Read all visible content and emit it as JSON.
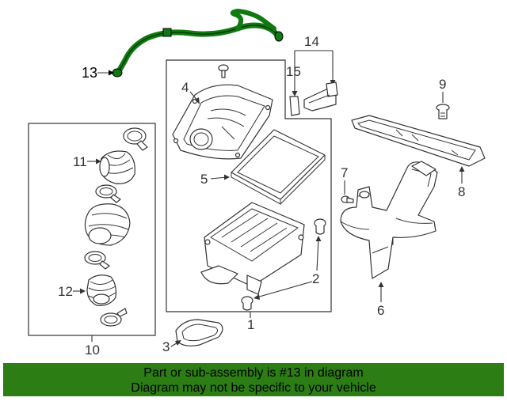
{
  "callouts": {
    "c1": "1",
    "c2": "2",
    "c3": "3",
    "c4": "4",
    "c5": "5",
    "c6": "6",
    "c7": "7",
    "c8": "8",
    "c9": "9",
    "c10": "10",
    "c11": "11",
    "c12": "12",
    "c13": "13",
    "c14": "14",
    "c15": "15"
  },
  "highlight": {
    "part_number": "13",
    "color": "#0f7a0f"
  },
  "banner": {
    "line1": "Part or sub-assembly is #13 in diagram",
    "line2": "Diagram may not be specific to your vehicle",
    "color": "#2b7d14"
  }
}
